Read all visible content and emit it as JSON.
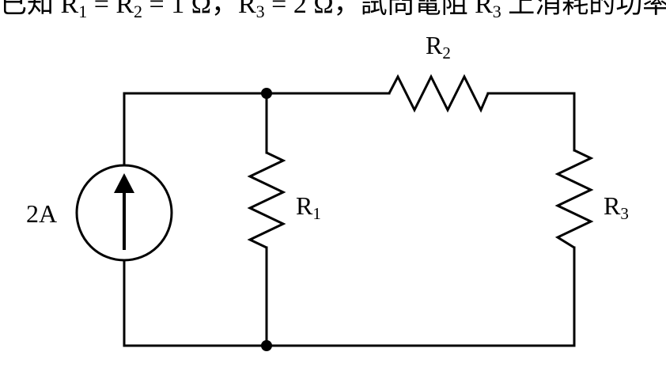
{
  "problem": {
    "prefix": "已知 R",
    "s1": "1",
    "t1": " = R",
    "s2": "2",
    "t2": " = 1 Ω，R",
    "s3": "3",
    "t3": " = 2 Ω，試問電阻 R",
    "s4": "3",
    "t4": " 上消耗的功率"
  },
  "circuit": {
    "source_label": "2A",
    "r1": {
      "letter": "R",
      "index": "1"
    },
    "r2": {
      "letter": "R",
      "index": "2"
    },
    "r3": {
      "letter": "R",
      "index": "3"
    }
  }
}
